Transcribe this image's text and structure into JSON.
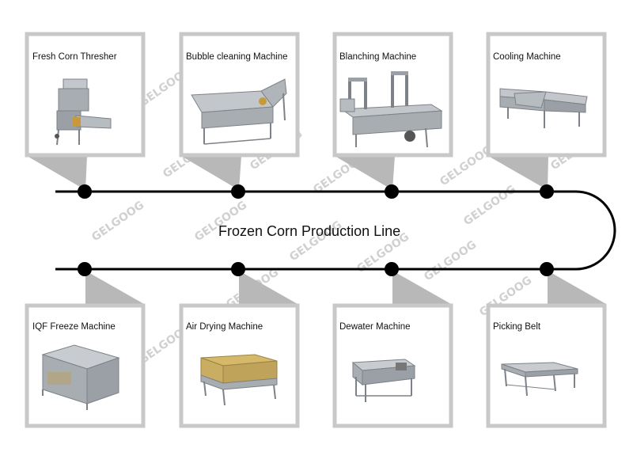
{
  "title": "Frozen Corn Production Line",
  "steps_top": [
    {
      "label": "Fresh Corn Thresher",
      "icon": "corn-thresher-machine"
    },
    {
      "label": "Bubble cleaning Machine",
      "icon": "bubble-washer-machine"
    },
    {
      "label": "Blanching Machine",
      "icon": "blanching-machine"
    },
    {
      "label": "Cooling Machine",
      "icon": "cooling-machine"
    }
  ],
  "steps_bottom": [
    {
      "label": "IQF Freeze Machine",
      "icon": "iqf-freezer"
    },
    {
      "label": "Air Drying Machine",
      "icon": "air-dryer"
    },
    {
      "label": "Dewater  Machine",
      "icon": "dewatering-screen"
    },
    {
      "label": "Picking Belt",
      "icon": "picking-conveyor"
    }
  ],
  "watermark": "GELGOOG",
  "colors": {
    "frame": "#c8c8c8",
    "line": "#000000",
    "steel": "#9aa0a6",
    "callout": "#b8b8b8"
  }
}
